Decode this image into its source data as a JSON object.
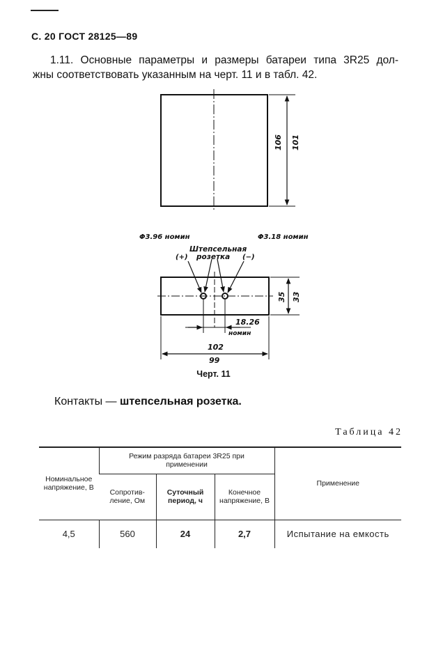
{
  "page_header": "С. 20 ГОСТ 28125—89",
  "intro": {
    "line1": "1.11. Основные параметры и размеры батареи типа 3R25 дол-",
    "line2": "жны соответствовать указанным на черт. 11 и в табл. 42."
  },
  "figure": {
    "top_dim_outer": "106",
    "top_dim_inner": "101",
    "label_left_hole": "Φ3.96 номин",
    "label_right_hole": "Φ3.18 номин",
    "socket_label_line1": "Штепсельная",
    "socket_label_line2": "розетка",
    "plus_sign": "(+)",
    "minus_sign": "(−)",
    "side_dim_outer": "35",
    "side_dim_inner": "33",
    "hole_spacing": "18.26",
    "hole_spacing_note": "номин",
    "width_outer": "102",
    "width_inner": "99",
    "caption": "Черт. 11"
  },
  "contacts": {
    "prefix": "Контакты — ",
    "value": "штепсельная розетка."
  },
  "table": {
    "title": "Таблица 42",
    "col_nominal_voltage": "Номинальное напряжение, В",
    "group_header": "Режим разряда батареи 3R25 при применении",
    "col_resistance": "Сопротив-ление, Ом",
    "col_daily_period": "Суточный период, ч",
    "col_final_voltage": "Конечное напряжение, В",
    "col_application": "Применение",
    "rows": [
      {
        "nominal_voltage": "4,5",
        "resistance": "560",
        "daily_period": "24",
        "final_voltage": "2,7",
        "application": "Испытание на емкость"
      }
    ]
  }
}
